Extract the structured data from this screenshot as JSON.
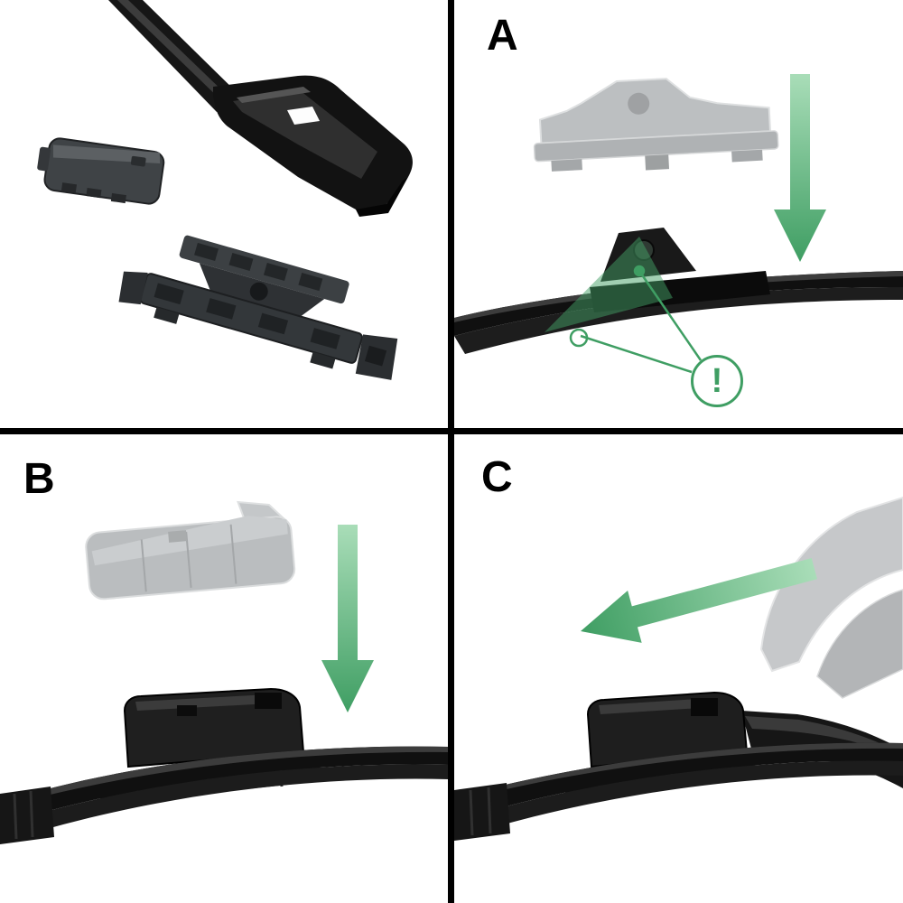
{
  "diagram": {
    "panels": [
      {
        "id": "parts-overview",
        "label": ""
      },
      {
        "id": "step-a",
        "label": "A"
      },
      {
        "id": "step-b",
        "label": "B"
      },
      {
        "id": "step-c",
        "label": "C"
      }
    ],
    "warning": {
      "symbol": "!"
    },
    "colors": {
      "background": "#ffffff",
      "divider": "#000000",
      "arrow_green_light": "#a9ddb8",
      "arrow_green_dark": "#3f9e63",
      "accent_green": "#3f9e63",
      "part_black": "#121212",
      "ghost_gray": "#b7babc"
    }
  }
}
